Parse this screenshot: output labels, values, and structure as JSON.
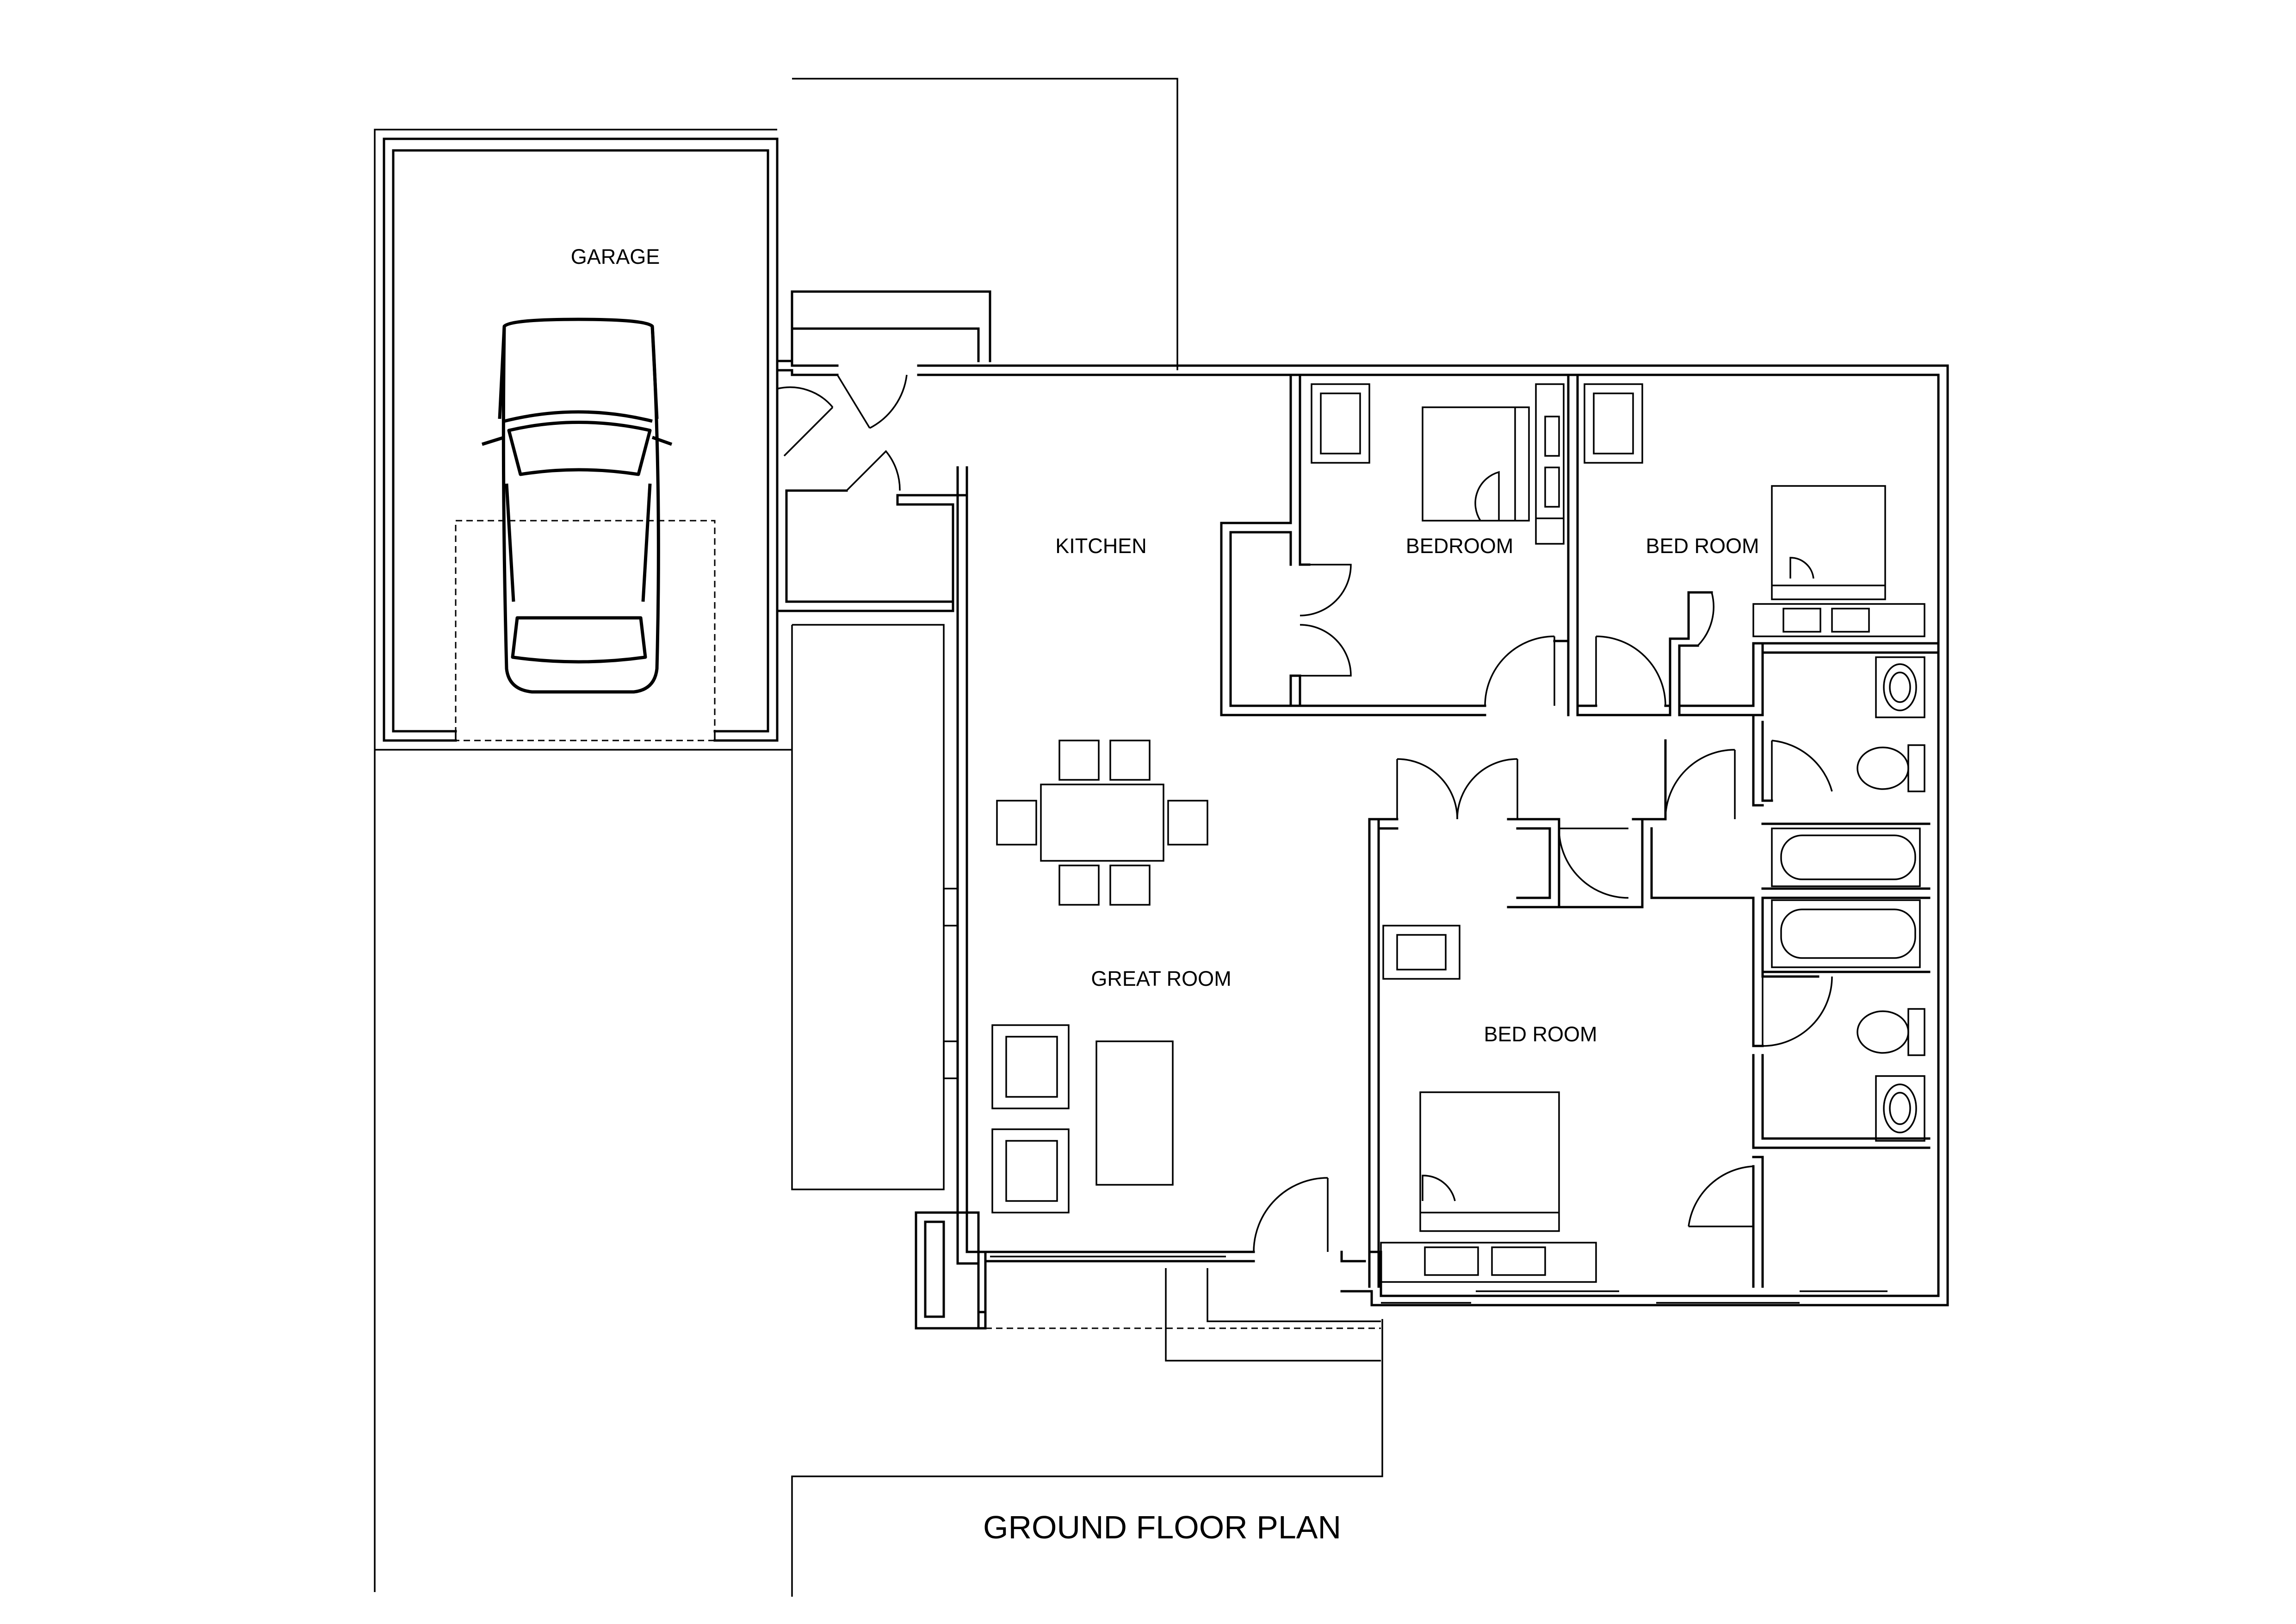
{
  "plan": {
    "title": "GROUND FLOOR PLAN",
    "rooms": {
      "garage": "GARAGE",
      "kitchen": "KITCHEN",
      "bedroom": "BEDROOM",
      "bed_room_east": "BED ROOM",
      "great_room": "GREAT ROOM",
      "bed_room_south": "BED ROOM"
    }
  },
  "colors": {
    "line": "#000000",
    "background": "#ffffff"
  }
}
